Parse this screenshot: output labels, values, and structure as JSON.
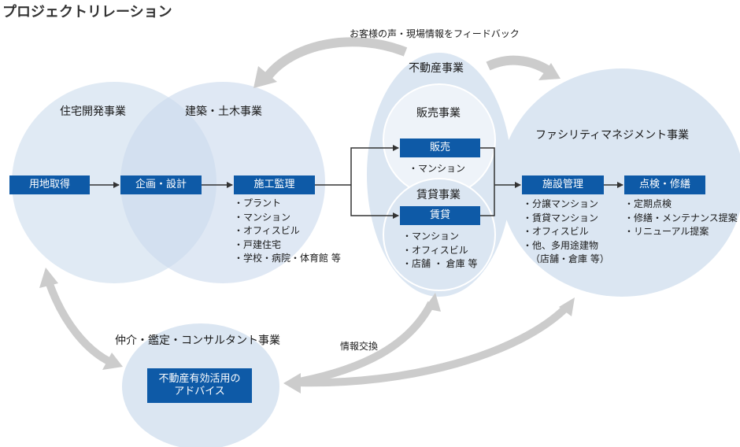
{
  "title": "プロジェクトリレーション",
  "labels": {
    "feedback": "お客様の声・現場情報をフィードバック",
    "info_exchange": "情報交換"
  },
  "circles": {
    "housing": "住宅開発事業",
    "construction": "建築・土木事業",
    "realestate": "不動産事業",
    "sales": "販売事業",
    "rental": "賃貸事業",
    "facility": "ファシリティマネジメント事業",
    "brokerage": "仲介・鑑定・コンサルタント事業"
  },
  "boxes": {
    "land": "用地取得",
    "planning": "企画・設計",
    "supervision": "施工監理",
    "sales": "販売",
    "rental": "賃貸",
    "facility_mgmt": "施設管理",
    "inspection": "点検・修繕",
    "advice_1": "不動産有効活用の",
    "advice_2": "アドバイス"
  },
  "lists": {
    "supervision": [
      "・プラント",
      "・マンション",
      "・オフィスビル",
      "・戸建住宅",
      "・学校・病院・体育館 等"
    ],
    "sales": [
      "・マンション"
    ],
    "rental": [
      "・マンション",
      "・オフィスビル",
      "・店舗 ・ 倉庫 等"
    ],
    "facility": [
      "・分譲マンション",
      "・賃貸マンション",
      "・オフィスビル",
      "・他、多用途建物",
      "（店舗・倉庫 等）"
    ],
    "inspection": [
      "・定期点検",
      "・修繕・メンテナンス提案",
      "・リニューアル提案"
    ]
  },
  "colors": {
    "box": "#0e5aa7",
    "circle": "#dbe6f2",
    "arrow_gray": "#cccccc",
    "line": "#333333"
  }
}
